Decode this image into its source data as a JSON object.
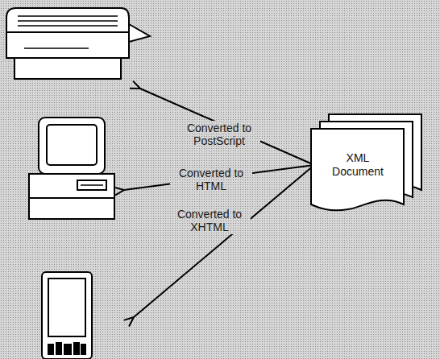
{
  "diagram": {
    "nodes": [
      {
        "text": [
          "XML Document"
        ]
      }
    ],
    "labels": [
      "Converted to PostScript",
      "Converted to HTML",
      "Converted to XHTML"
    ]
  }
}
